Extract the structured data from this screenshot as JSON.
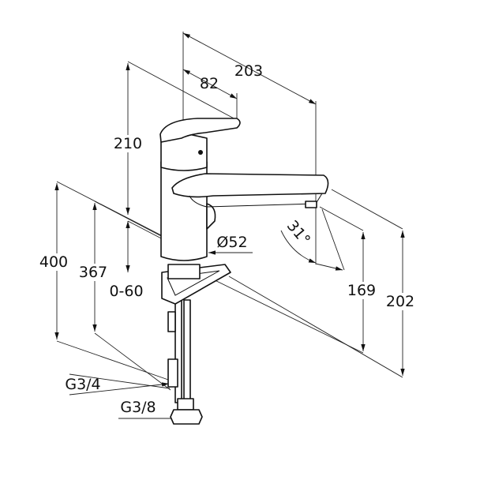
{
  "title": "Faucet dimension drawing",
  "dimensions": {
    "total_reach": "203",
    "handle_offset": "82",
    "height_above_base": "210",
    "counter_thickness": "0-60",
    "total_length": "400",
    "hose_length": "367",
    "base_diameter": "Ø52",
    "spout_angle": "31°",
    "outlet_height": "169",
    "spout_height": "202",
    "thread_large": "G3/4",
    "thread_small": "G3/8"
  }
}
